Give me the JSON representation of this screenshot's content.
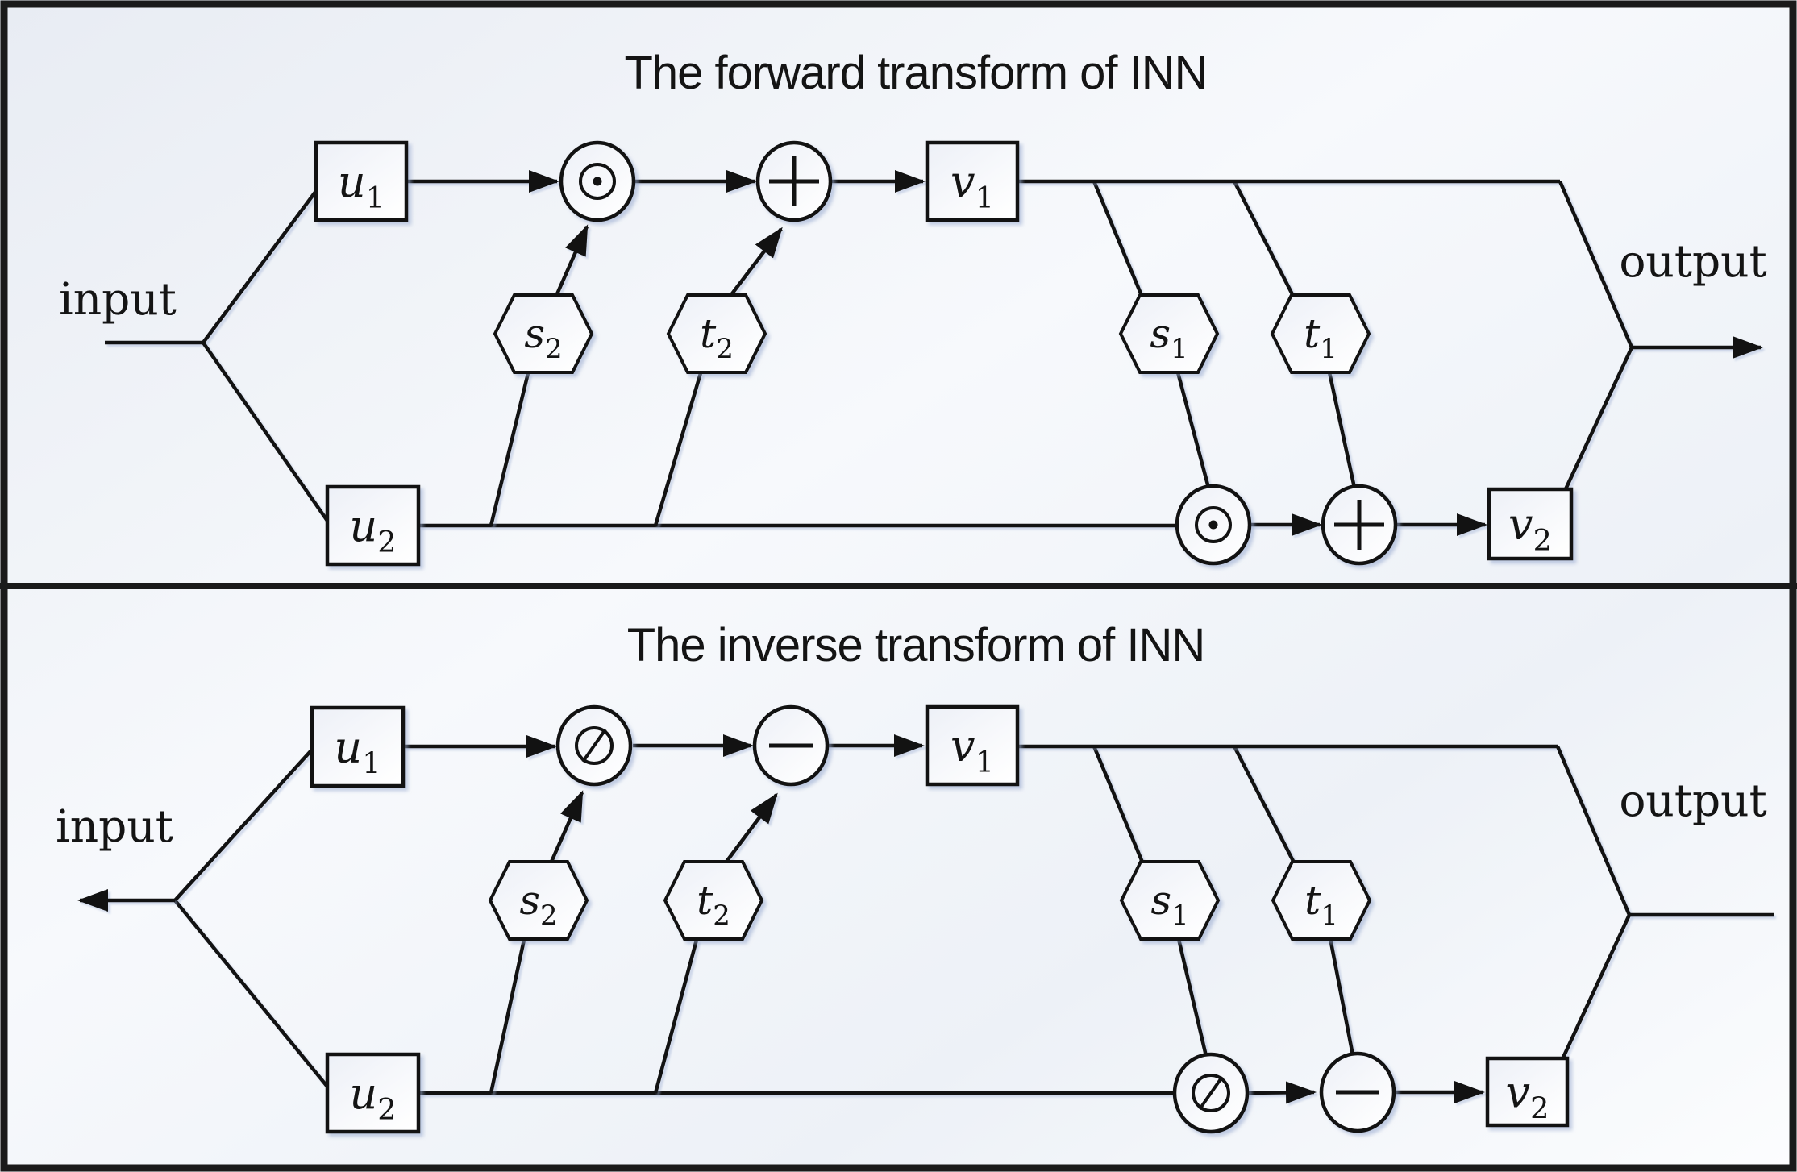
{
  "figure": {
    "border_color": "#1a1a1a",
    "line_color": "#121212",
    "text_color": "#141414",
    "background_gradient": [
      "#e8ecf3",
      "#f7f9fc",
      "#edf1f7",
      "#fcfdfe"
    ],
    "node_fill_gradient": [
      "#edf0f7",
      "#ffffff"
    ],
    "shadow_color": "rgba(150,168,205,0.55)"
  },
  "panels": [
    {
      "id": "forward",
      "title": "The forward transform of INN",
      "input_label": "input",
      "output_label": "output",
      "boxes": [
        {
          "id": "u1",
          "base": "u",
          "sub": "1"
        },
        {
          "id": "u2",
          "base": "u",
          "sub": "2"
        },
        {
          "id": "v1",
          "base": "v",
          "sub": "1"
        },
        {
          "id": "v2",
          "base": "v",
          "sub": "2"
        }
      ],
      "hexagons": [
        {
          "id": "s2",
          "base": "s",
          "sub": "2"
        },
        {
          "id": "t2",
          "base": "t",
          "sub": "2"
        },
        {
          "id": "s1",
          "base": "s",
          "sub": "1"
        },
        {
          "id": "t1",
          "base": "t",
          "sub": "1"
        }
      ],
      "operators": [
        {
          "id": "op1",
          "symbol": "⊙"
        },
        {
          "id": "op2",
          "symbol": "+"
        },
        {
          "id": "bop1",
          "symbol": "⊙"
        },
        {
          "id": "bop2",
          "symbol": "+"
        }
      ],
      "has_input_arrow": false,
      "has_output_arrow": true
    },
    {
      "id": "inverse",
      "title": "The inverse transform of INN",
      "input_label": "input",
      "output_label": "output",
      "boxes": [
        {
          "id": "u1",
          "base": "u",
          "sub": "1"
        },
        {
          "id": "u2",
          "base": "u",
          "sub": "2"
        },
        {
          "id": "v1",
          "base": "v",
          "sub": "1"
        },
        {
          "id": "v2",
          "base": "v",
          "sub": "2"
        }
      ],
      "hexagons": [
        {
          "id": "s2",
          "base": "s",
          "sub": "2"
        },
        {
          "id": "t2",
          "base": "t",
          "sub": "2"
        },
        {
          "id": "s1",
          "base": "s",
          "sub": "1"
        },
        {
          "id": "t1",
          "base": "t",
          "sub": "1"
        }
      ],
      "operators": [
        {
          "id": "op1",
          "symbol": "⊘"
        },
        {
          "id": "op2",
          "symbol": "−"
        },
        {
          "id": "bop1",
          "symbol": "⊘"
        },
        {
          "id": "bop2",
          "symbol": "−"
        }
      ],
      "has_input_arrow": true,
      "has_output_arrow": false
    }
  ]
}
